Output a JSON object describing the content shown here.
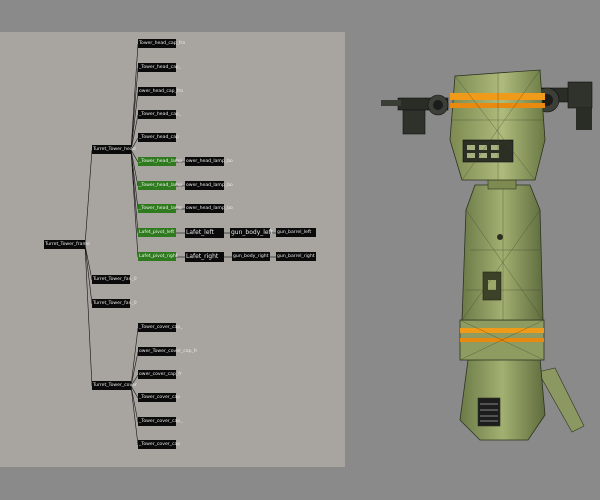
{
  "outliner": {
    "root": "Turret_Tower_frame",
    "head": "Turret_Tower_head",
    "head_children": [
      "Tower_head_cap_fro",
      "_Tower_head_cap_",
      "ower_head_cap_fro",
      "_Tower_head_cap_",
      "_Tower_head_cap",
      "_Tower_head_lamp_",
      "_Tower_head_lamp_",
      "_Tower_head_lamp"
    ],
    "lamp_children": [
      "ower_head_lamp_bo",
      "ower_head_lamp_bo",
      "ower_head_lamp_bo"
    ],
    "lafet_left": {
      "pivot": "Lafet_pivot_left",
      "lafet": "Lafet_left",
      "body": "gun_body_left",
      "barrel": "gun_barrel_left"
    },
    "lafet_right": {
      "pivot": "Lafet_pivot_right",
      "lafet": "Lafet_right",
      "body": "gun_body_right",
      "barrel": "gun_barrel_right"
    },
    "fan_1": "Turret_Tower_fan_0",
    "fan_2": "Turret_Tower_fan_0",
    "cover": "Turret_Tower_cover",
    "cover_children": [
      "_Tower_cover_cap_",
      "ower_Tower_cover_cap_fr",
      "ower_cover_cap_fr",
      "_Tower_cover_cap",
      "_Tower_cover_cap_",
      "_Tower_cover_cap"
    ]
  },
  "colors": {
    "background": "#8a8a8a",
    "panel": "#a8a49f",
    "node": "#0a0a0a",
    "selected_node": "#2f7a1e",
    "model_body": "#9aa86a",
    "stripe": "#f09a1a"
  },
  "viewport": {
    "model": "turret-tower-wireframe"
  }
}
